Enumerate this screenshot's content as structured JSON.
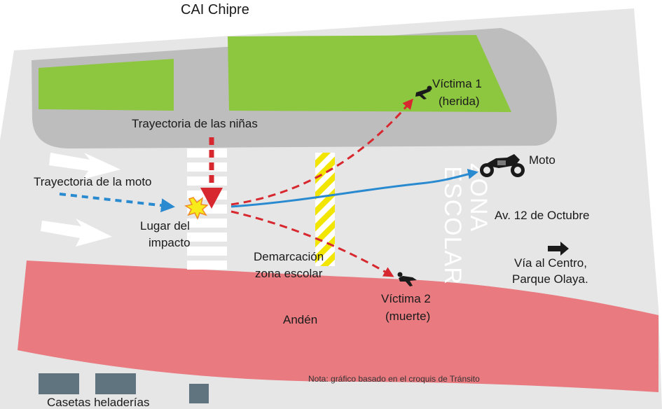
{
  "title": "CAI Chipre",
  "labels": {
    "trayectoria_ninas": "Trayectoria de las niñas",
    "trayectoria_moto": "Trayectoria de la moto",
    "lugar_impacto_1": "Lugar del",
    "lugar_impacto_2": "impacto",
    "victima1_1": "Víctima 1",
    "victima1_2": "(herida)",
    "victima2_1": "Víctima 2",
    "victima2_2": "(muerte)",
    "moto": "Moto",
    "zona": "ZONA",
    "escolar": "ESCOLAR",
    "avenida": "Av. 12 de Octubre",
    "via_1": "Vía al Centro,",
    "via_2": "Parque Olaya.",
    "demarcacion_1": "Demarcación",
    "demarcacion_2": "zona escolar",
    "anden": "Andén",
    "casetas": "Casetas heladerías",
    "nota": "Nota: gráfico basado en el croquis de Tránsito"
  },
  "colors": {
    "road": "#e6e6e6",
    "block": "#bdbdbd",
    "grass": "#8dc63f",
    "sidewalk": "#e87a80",
    "pedestrian_path": "#d7282f",
    "moto_path": "#2a8ad0",
    "caseta": "#607480"
  },
  "icons": [
    "explosion-icon",
    "motorcycle-icon",
    "victim-figure-icon"
  ]
}
